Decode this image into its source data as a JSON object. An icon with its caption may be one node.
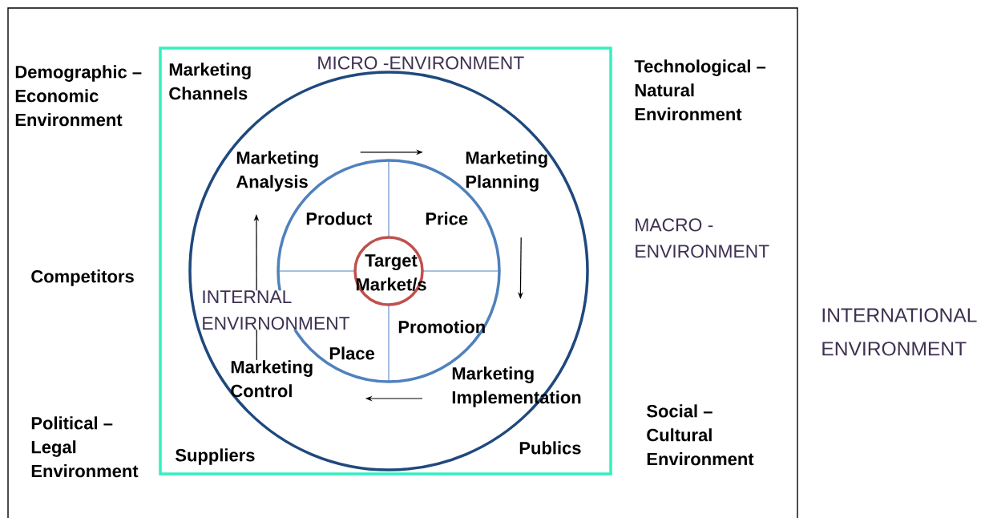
{
  "diagram": {
    "nodes": [
      {
        "text": [
          "MACRO - ENVIRONMENT"
        ],
        "beside": [
          "INTERNATIONAL ENVIRONMENT"
        ]
      },
      {
        "text": [
          "MICRO -ENVIRONMENT"
        ],
        "in": 0
      },
      {
        "text": [
          "INTERNAL ENVIRNONMENT"
        ],
        "in": 1
      },
      {
        "text": [
          "Product",
          "Price",
          "Promotion",
          "Place"
        ],
        "in": 2
      },
      {
        "text": [
          "Target Market/s"
        ],
        "in": 3
      },
      {
        "text": [
          "Marketing Analysis"
        ],
        "in": 2
      },
      {
        "text": [
          "Marketing Planning"
        ],
        "in": 2
      },
      {
        "text": [
          "Marketing Implementation"
        ],
        "in": 2
      },
      {
        "text": [
          "Marketing Control"
        ],
        "in": 2
      }
    ],
    "edges": [
      {
        "from": 5,
        "to": 6,
        "arrow": "to"
      },
      {
        "from": 6,
        "to": 7,
        "arrow": "to"
      },
      {
        "from": 7,
        "to": 8,
        "arrow": "to"
      },
      {
        "from": 8,
        "to": 5,
        "arrow": "to"
      }
    ],
    "labels": [
      "Demographic – Economic Environment",
      "Marketing Channels",
      "Technological – Natural Environment",
      "Competitors",
      "Political – Legal Environment",
      "Suppliers",
      "Publics",
      "Social – Cultural Environment"
    ]
  }
}
